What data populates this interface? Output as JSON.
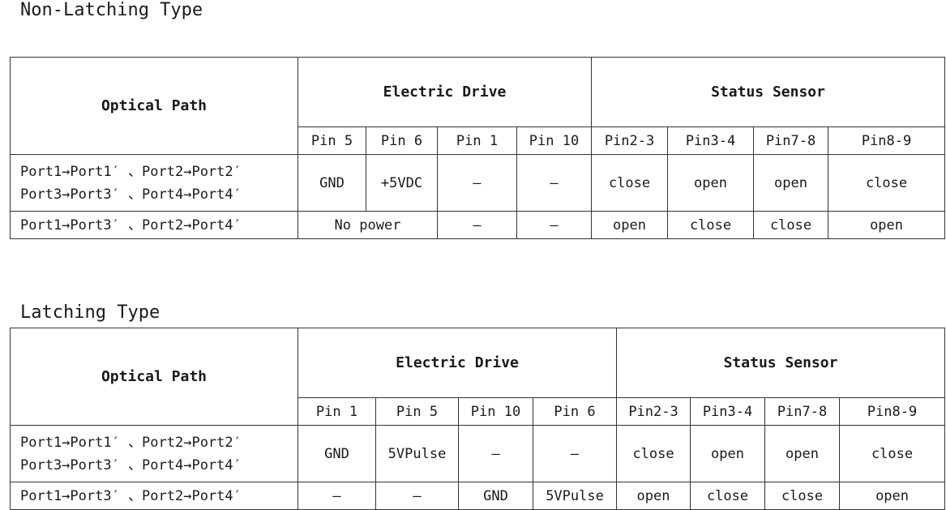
{
  "non_latching": {
    "title": "Non-Latching Type",
    "headers": {
      "optical_path": "Optical Path",
      "electric_drive": "Electric Drive",
      "status_sensor": "Status Sensor"
    },
    "drive_pins": [
      "Pin 5",
      "Pin 6",
      "Pin 1",
      "Pin 10"
    ],
    "sensor_pins": [
      "Pin2-3",
      "Pin3-4",
      "Pin7-8",
      "Pin8-9"
    ],
    "rows": [
      {
        "path_line1": "Port1→Port1′ 、Port2→Port2′",
        "path_line2": "Port3→Port3′ 、Port4→Port4′",
        "drive": [
          "GND",
          "+5VDC",
          "–",
          "–"
        ],
        "sensor": [
          "close",
          "open",
          "open",
          "close"
        ]
      },
      {
        "path_line1": "Port1→Port3′ 、Port2→Port4′",
        "drive_merged": "No power",
        "drive": [
          "–",
          "–"
        ],
        "sensor": [
          "open",
          "close",
          "close",
          "open"
        ]
      }
    ]
  },
  "latching": {
    "title": "Latching Type",
    "headers": {
      "optical_path": "Optical Path",
      "electric_drive": "Electric Drive",
      "status_sensor": "Status Sensor"
    },
    "drive_pins": [
      "Pin 1",
      "Pin 5",
      "Pin 10",
      "Pin 6"
    ],
    "sensor_pins": [
      "Pin2-3",
      "Pin3-4",
      "Pin7-8",
      "Pin8-9"
    ],
    "rows": [
      {
        "path_line1": "Port1→Port1′ 、Port2→Port2′",
        "path_line2": "Port3→Port3′ 、Port4→Port4′",
        "drive": [
          "GND",
          "5VPulse",
          "–",
          "–"
        ],
        "sensor": [
          "close",
          "open",
          "open",
          "close"
        ]
      },
      {
        "path_line1": "Port1→Port3′ 、Port2→Port4′",
        "drive": [
          "–",
          "–",
          "GND",
          "5VPulse"
        ],
        "sensor": [
          "open",
          "close",
          "close",
          "open"
        ]
      }
    ]
  }
}
